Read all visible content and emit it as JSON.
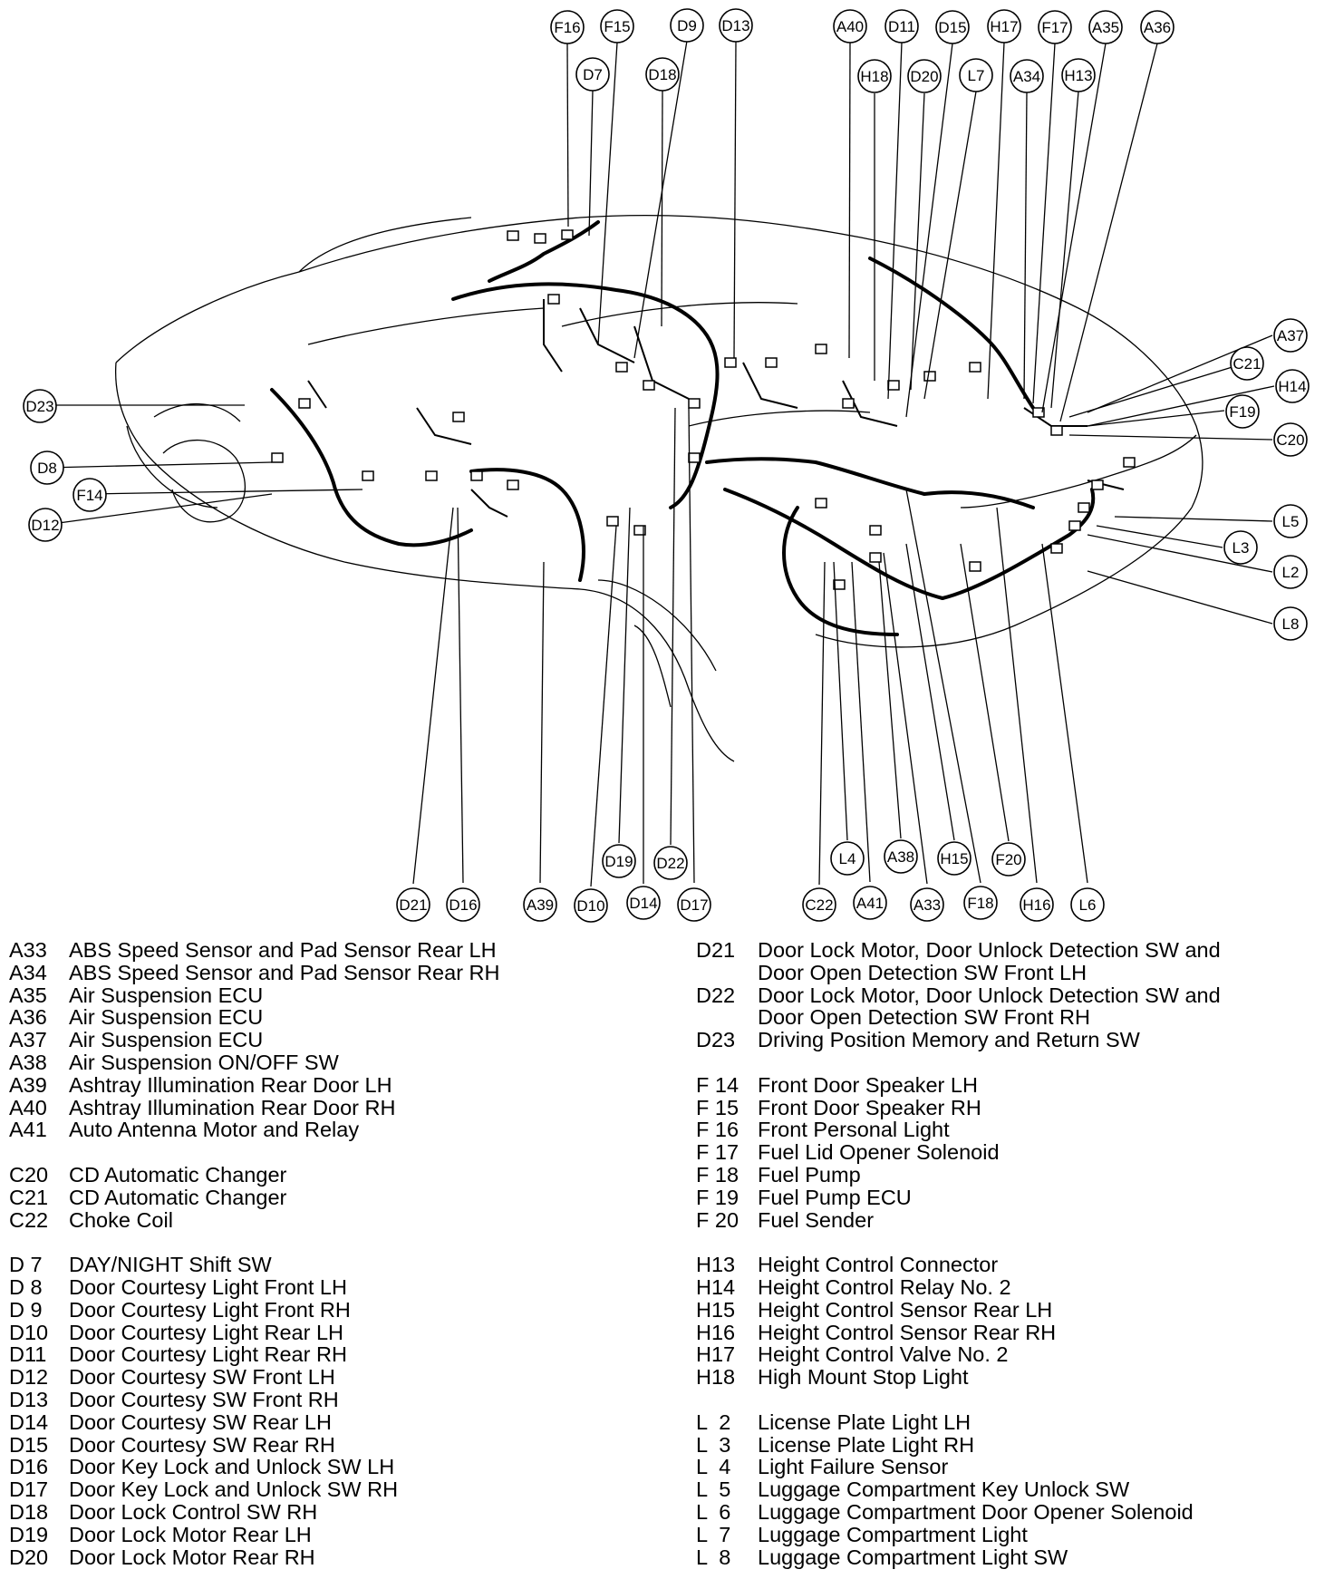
{
  "callouts": {
    "top": [
      "F16",
      "F15",
      "D9",
      "D13",
      "A40",
      "D11",
      "D15",
      "H17",
      "F17",
      "A35",
      "A36",
      "D7",
      "D18",
      "H18",
      "D20",
      "L7",
      "A34",
      "H13"
    ],
    "left": [
      "D23",
      "D8",
      "F14",
      "D12"
    ],
    "right": [
      "A37",
      "C21",
      "H14",
      "F19",
      "C20",
      "L5",
      "L3",
      "L2",
      "L8"
    ],
    "bottom": [
      "D19",
      "D22",
      "L4",
      "A38",
      "H15",
      "F20",
      "D21",
      "D16",
      "A39",
      "D10",
      "D14",
      "D17",
      "C22",
      "A41",
      "A33",
      "F18",
      "H16",
      "L6"
    ]
  },
  "legend": {
    "left_groups": [
      [
        {
          "code": "A33",
          "desc": "ABS Speed Sensor and Pad Sensor Rear LH"
        },
        {
          "code": "A34",
          "desc": "ABS Speed Sensor and Pad Sensor Rear RH"
        },
        {
          "code": "A35",
          "desc": "Air Suspension ECU"
        },
        {
          "code": "A36",
          "desc": "Air Suspension ECU"
        },
        {
          "code": "A37",
          "desc": "Air Suspension ECU"
        },
        {
          "code": "A38",
          "desc": "Air Suspension ON/OFF SW"
        },
        {
          "code": "A39",
          "desc": "Ashtray Illumination Rear Door LH"
        },
        {
          "code": "A40",
          "desc": "Ashtray Illumination Rear Door RH"
        },
        {
          "code": "A41",
          "desc": "Auto Antenna Motor and Relay"
        }
      ],
      [
        {
          "code": "C20",
          "desc": "CD Automatic Changer"
        },
        {
          "code": "C21",
          "desc": "CD Automatic Changer"
        },
        {
          "code": "C22",
          "desc": "Choke Coil"
        }
      ],
      [
        {
          "code": "D 7",
          "desc": "DAY/NIGHT Shift SW"
        },
        {
          "code": "D 8",
          "desc": "Door Courtesy Light Front LH"
        },
        {
          "code": "D 9",
          "desc": "Door Courtesy Light Front RH"
        },
        {
          "code": "D10",
          "desc": "Door Courtesy Light Rear LH"
        },
        {
          "code": "D11",
          "desc": "Door Courtesy Light Rear RH"
        },
        {
          "code": "D12",
          "desc": "Door Courtesy SW Front LH"
        },
        {
          "code": "D13",
          "desc": "Door Courtesy SW Front RH"
        },
        {
          "code": "D14",
          "desc": "Door Courtesy SW Rear LH"
        },
        {
          "code": "D15",
          "desc": "Door Courtesy SW Rear RH"
        },
        {
          "code": "D16",
          "desc": "Door Key Lock and Unlock SW LH"
        },
        {
          "code": "D17",
          "desc": "Door Key Lock and Unlock SW RH"
        },
        {
          "code": "D18",
          "desc": "Door Lock Control SW RH"
        },
        {
          "code": "D19",
          "desc": "Door Lock Motor Rear LH"
        },
        {
          "code": "D20",
          "desc": "Door Lock Motor Rear RH"
        }
      ]
    ],
    "right_groups": [
      [
        {
          "code": "D21",
          "desc": "Door Lock Motor, Door Unlock Detection SW and\nDoor Open Detection SW Front LH"
        },
        {
          "code": "D22",
          "desc": "Door Lock Motor, Door Unlock Detection SW and\nDoor Open Detection SW Front RH"
        },
        {
          "code": "D23",
          "desc": "Driving Position Memory and Return SW"
        }
      ],
      [
        {
          "code": "F 14",
          "desc": "Front Door Speaker LH"
        },
        {
          "code": "F 15",
          "desc": "Front Door Speaker RH"
        },
        {
          "code": "F 16",
          "desc": "Front Personal Light"
        },
        {
          "code": "F 17",
          "desc": "Fuel Lid Opener Solenoid"
        },
        {
          "code": "F 18",
          "desc": "Fuel Pump"
        },
        {
          "code": "F 19",
          "desc": "Fuel Pump ECU"
        },
        {
          "code": "F 20",
          "desc": "Fuel Sender"
        }
      ],
      [
        {
          "code": "H13",
          "desc": "Height Control Connector"
        },
        {
          "code": "H14",
          "desc": "Height Control Relay No. 2"
        },
        {
          "code": "H15",
          "desc": "Height Control Sensor Rear LH"
        },
        {
          "code": "H16",
          "desc": "Height Control Sensor Rear RH"
        },
        {
          "code": "H17",
          "desc": "Height Control Valve No. 2"
        },
        {
          "code": "H18",
          "desc": "High Mount Stop Light"
        }
      ],
      [
        {
          "code": "L  2",
          "desc": "License Plate Light LH"
        },
        {
          "code": "L  3",
          "desc": "License Plate Light RH"
        },
        {
          "code": "L  4",
          "desc": "Light Failure Sensor"
        },
        {
          "code": "L  5",
          "desc": "Luggage Compartment Key Unlock SW"
        },
        {
          "code": "L  6",
          "desc": "Luggage Compartment Door Opener Solenoid"
        },
        {
          "code": "L  7",
          "desc": "Luggage Compartment Light"
        },
        {
          "code": "L  8",
          "desc": "Luggage Compartment Light SW"
        }
      ]
    ]
  }
}
